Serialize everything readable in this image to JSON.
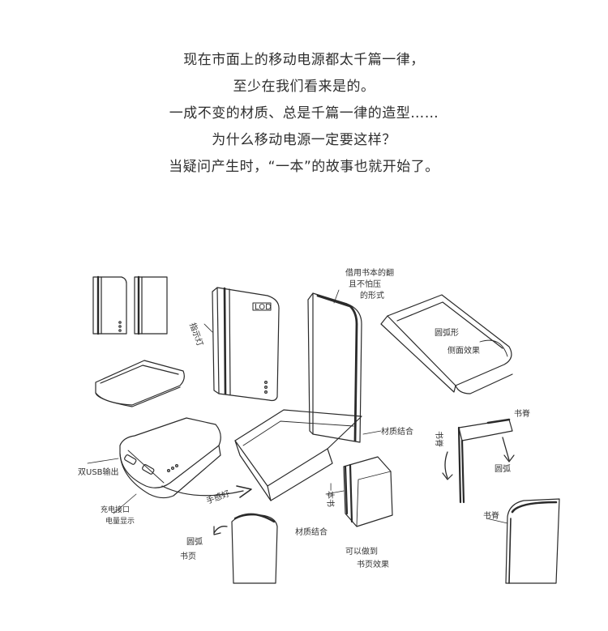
{
  "intro": {
    "lines": [
      "现在市面上的移动电源都太千篇一律，",
      "至少在我们看来是的。",
      "一成不变的材质、总是千篇一律的造型……",
      "为什么移动电源一定要这样？",
      "当疑问产生时，“一本”的故事也就开始了。"
    ]
  },
  "sketch": {
    "logo_text": "LOD",
    "device_label": "双USB输出",
    "annotations": {
      "top_note_1": "借用书本的翻",
      "top_note_2": "且不怕压",
      "top_note_3": "的形式",
      "round_edge_note": "圆弧形",
      "side_note": "侧面效果",
      "indicator_note": "指示灯",
      "power_note": "电量显示",
      "charge_note": "充电接口",
      "book_note": "一本书",
      "spine_note": "书脊",
      "merge_note": "材质结合",
      "corner_note": "圆弧",
      "feel_note": "手感好",
      "spine_left_note": "书脊",
      "leaf_note": "书页",
      "bottom_note_1": "材质结合",
      "bottom_note_2": "可以做到",
      "bottom_note_3": "书页效果",
      "right_note": "书脊",
      "front_note": "圆弧"
    }
  }
}
